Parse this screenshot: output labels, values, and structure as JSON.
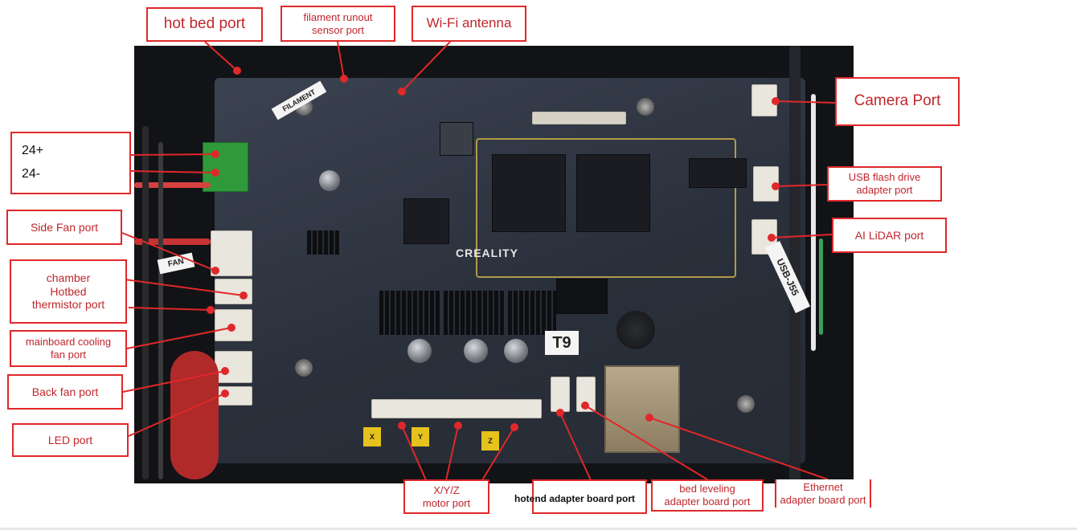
{
  "board": {
    "brand_silkscreen": "CREALITY",
    "model_silkscreen": "T9",
    "cable_sticker": "USB-J55",
    "fan_sticker": "FAN",
    "filament_sticker": "FILAMENT",
    "axis_tags": [
      "X",
      "Y",
      "Z"
    ]
  },
  "labels": {
    "hot_bed_port": "hot bed port",
    "filament_runout": "filament runout\nsensor port",
    "wifi_antenna": "Wi-Fi antenna",
    "camera_port": "Camera Port",
    "power_terminal": "24+\n24-",
    "usb_flash": "USB flash drive\nadapter port",
    "ai_lidar": "AI LiDAR port",
    "side_fan": "Side Fan port",
    "chamber_thermistor": "chamber\nHotbed\nthermistor port",
    "mainboard_fan": "mainboard cooling\nfan port",
    "back_fan": "Back fan port",
    "led_port": "LED port",
    "xyz_motor": "X/Y/Z\nmotor port",
    "hotend_adapter": "hotend adapter board port",
    "bed_leveling": "bed leveling\nadapter board port",
    "ethernet": "Ethernet\nadapter board port"
  },
  "colors": {
    "callout_border": "#e0282a",
    "callout_text": "#c0262c",
    "leader_line": "#e0282a"
  }
}
